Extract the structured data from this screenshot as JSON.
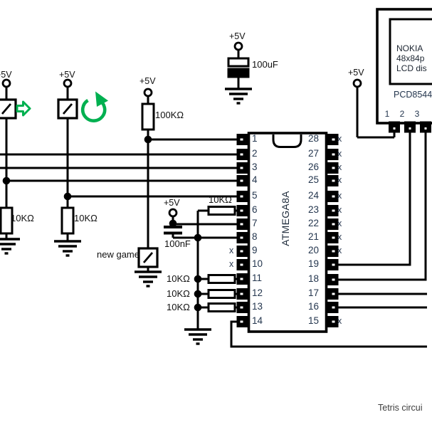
{
  "caption": "Tetris circui",
  "labels": {
    "plus5v": "+5V",
    "r10k": "10KΩ",
    "r100k": "100KΩ",
    "cap_bulk": "100uF",
    "cap_decoupling": "100nF",
    "new_game": "new game",
    "nc": "x"
  },
  "chip": {
    "name": "ATMEGA8A",
    "left_pins": [
      "1",
      "2",
      "3",
      "4",
      "5",
      "6",
      "7",
      "8",
      "9",
      "10",
      "11",
      "12",
      "13",
      "14"
    ],
    "right_pins": [
      "28",
      "27",
      "26",
      "25",
      "24",
      "23",
      "22",
      "21",
      "20",
      "19",
      "18",
      "17",
      "16",
      "15"
    ]
  },
  "lcd": {
    "title": "NOKIA",
    "resolution": "48x84p",
    "type": "LCD dis",
    "controller": "PCD8544",
    "pins": [
      "1",
      "2",
      "3"
    ]
  },
  "colors": {
    "wire": "#000000",
    "green": "#00B050"
  }
}
